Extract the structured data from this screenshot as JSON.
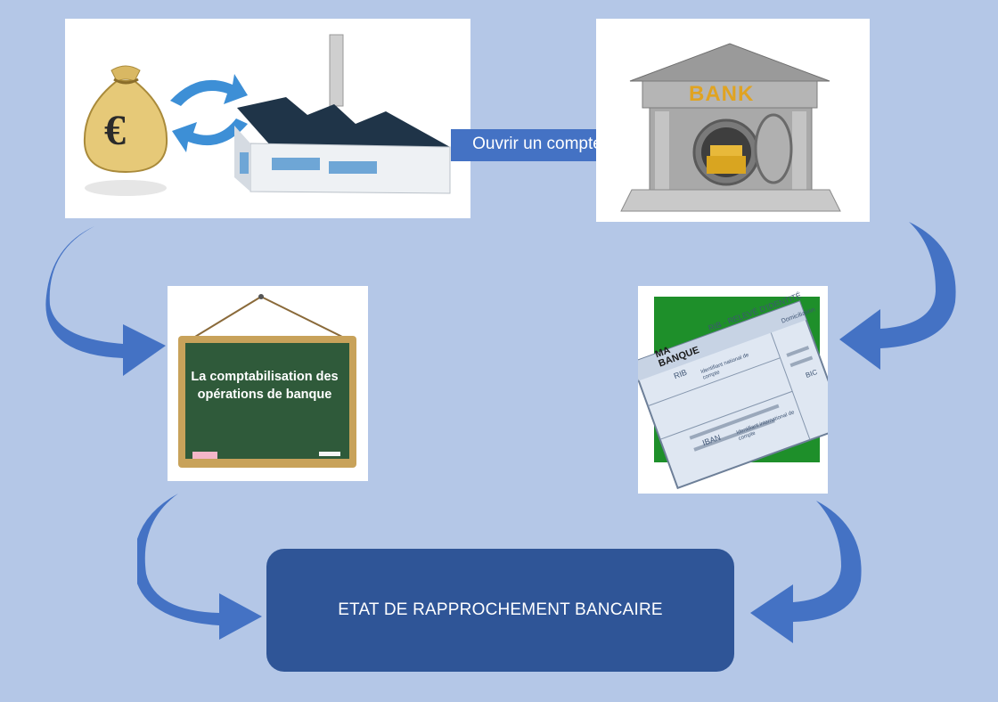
{
  "flow": {
    "open_account_label": "Ouvrir un compte",
    "board_text": "La comptabilisation des opérations de banque",
    "result_label": "ETAT DE RAPPROCHEMENT BANCAIRE"
  },
  "illustrations": {
    "money_bag_symbol": "€",
    "bank_sign": "BANK",
    "rib_header": "RIB - RELEVÉ D'IDENTITÉ",
    "rib_bank_name": "MA BANQUE",
    "rib_section_1": "RIB",
    "rib_section_2": "IBAN",
    "rib_side_label": "Domiciliation",
    "rib_bic": "BIC",
    "rib_field_1": "Identifiant national de compte",
    "rib_field_2": "Identifiant international de compte"
  },
  "colors": {
    "background": "#b4c7e7",
    "arrow_blue": "#4472c4",
    "result_box": "#2f5597",
    "chalkboard": "#2f5a3a",
    "board_frame": "#c8a25a"
  }
}
